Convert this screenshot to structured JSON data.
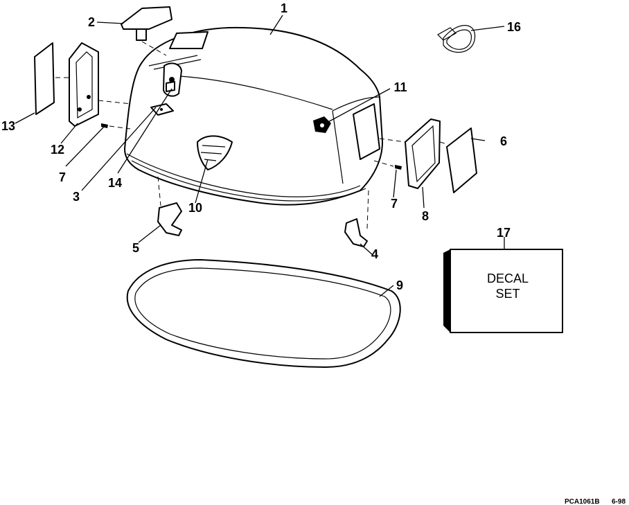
{
  "callouts": {
    "c1": "1",
    "c2": "2",
    "c3": "3",
    "c4": "4",
    "c5": "5",
    "c6": "6",
    "c7a": "7",
    "c7b": "7",
    "c8": "8",
    "c9": "9",
    "c10": "10",
    "c11": "11",
    "c12": "12",
    "c13": "13",
    "c14": "14",
    "c16": "16",
    "c17": "17"
  },
  "decal_box": {
    "line1": "DECAL",
    "line2": "SET"
  },
  "reference": {
    "code": "PCA1061B",
    "date": "6-98"
  }
}
